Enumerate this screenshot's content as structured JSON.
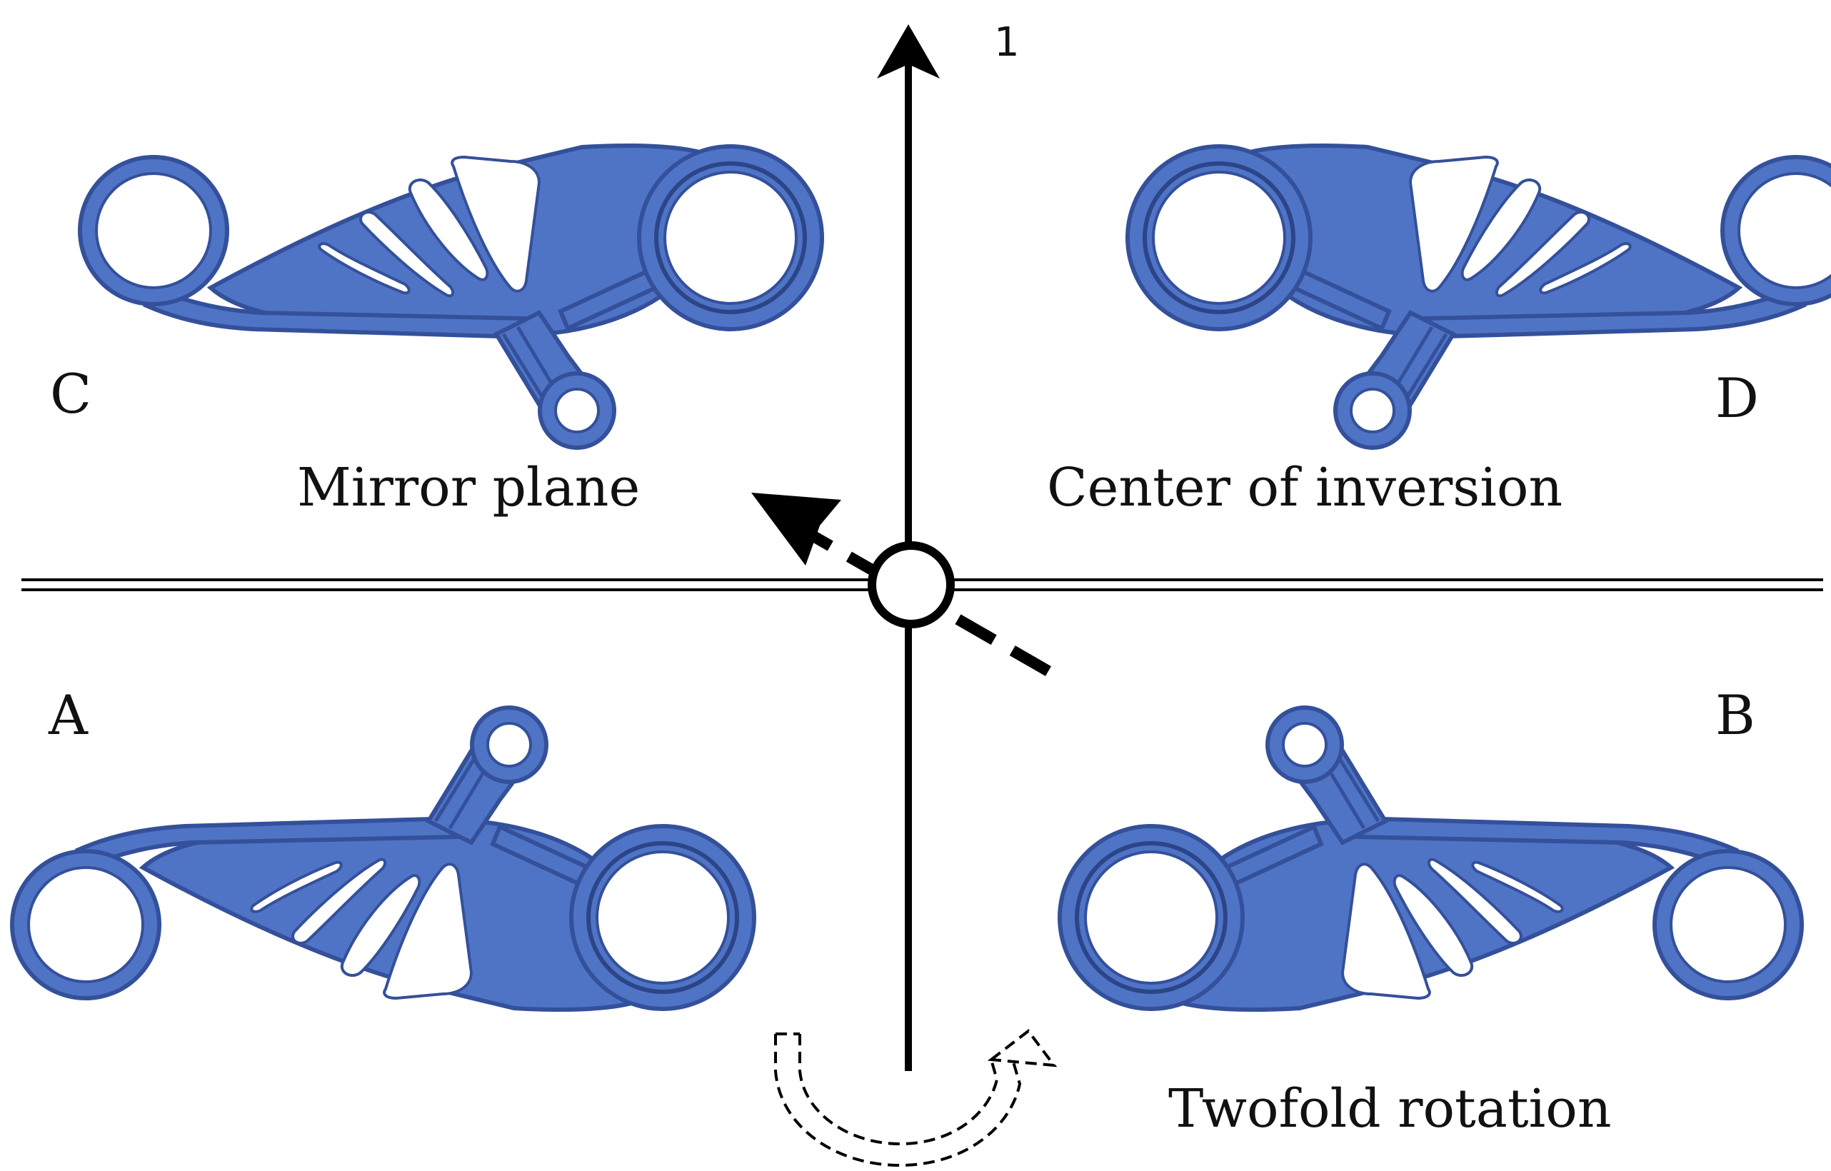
{
  "axis_label": "1",
  "quadrants": {
    "A": "A",
    "B": "B",
    "C": "C",
    "D": "D"
  },
  "operations": {
    "mirror": "Mirror plane",
    "inversion": "Center of inversion",
    "rotation": "Twofold rotation"
  },
  "colors": {
    "part_fill": "#4f74c6",
    "part_dark": "#34509a",
    "part_light": "#7d9ce0",
    "ink": "#000000"
  }
}
